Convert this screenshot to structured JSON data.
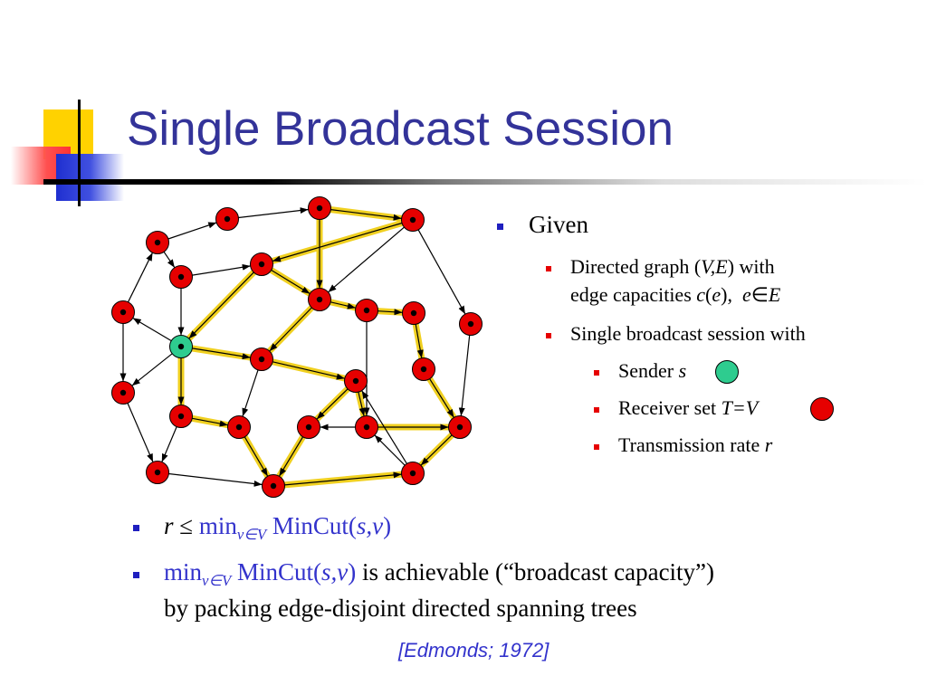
{
  "slide": {
    "title": "Single Broadcast Session",
    "accent_colors": {
      "title": "#333399",
      "bullet": "#1f1fbf",
      "highlight": "#3333cc",
      "sender_node": "#2ecc8f",
      "receiver_node": "#e60000",
      "tree_highlight": "#f0d020"
    }
  },
  "given": {
    "heading": "Given",
    "item1": {
      "pre": "Directed graph (",
      "var": "V,E",
      "post": ") with",
      "line2_text": "edge capacities ",
      "line2_math_a": "c",
      "line2_math_b": "(",
      "line2_math_c": "e",
      "line2_math_d": "),",
      "line2_math_e": "e",
      "line2_math_f": "∈",
      "line2_math_g": "E"
    },
    "item2": "Single broadcast session with",
    "sub1": {
      "text": "Sender ",
      "var": "s",
      "icon": "sender-node-icon"
    },
    "sub2": {
      "text": "Receiver set ",
      "var": "T=V",
      "icon": "receiver-node-icon"
    },
    "sub3": {
      "text": "Transmission rate ",
      "var": "r"
    }
  },
  "bullets": {
    "b1": {
      "var_r": "r",
      "leq": " ≤ ",
      "min": "min",
      "sub": "v∈V",
      "mincut": " MinCut(",
      "args": "s,v",
      "close": ")"
    },
    "b2": {
      "min": "min",
      "sub": "v∈V",
      "mincut": " MinCut(",
      "args": "s,v",
      "close": ")",
      "rest": " is achievable (“broadcast capacity”)",
      "line2": "by packing edge-disjoint directed spanning trees"
    }
  },
  "citation": "[Edmonds; 1972]"
}
